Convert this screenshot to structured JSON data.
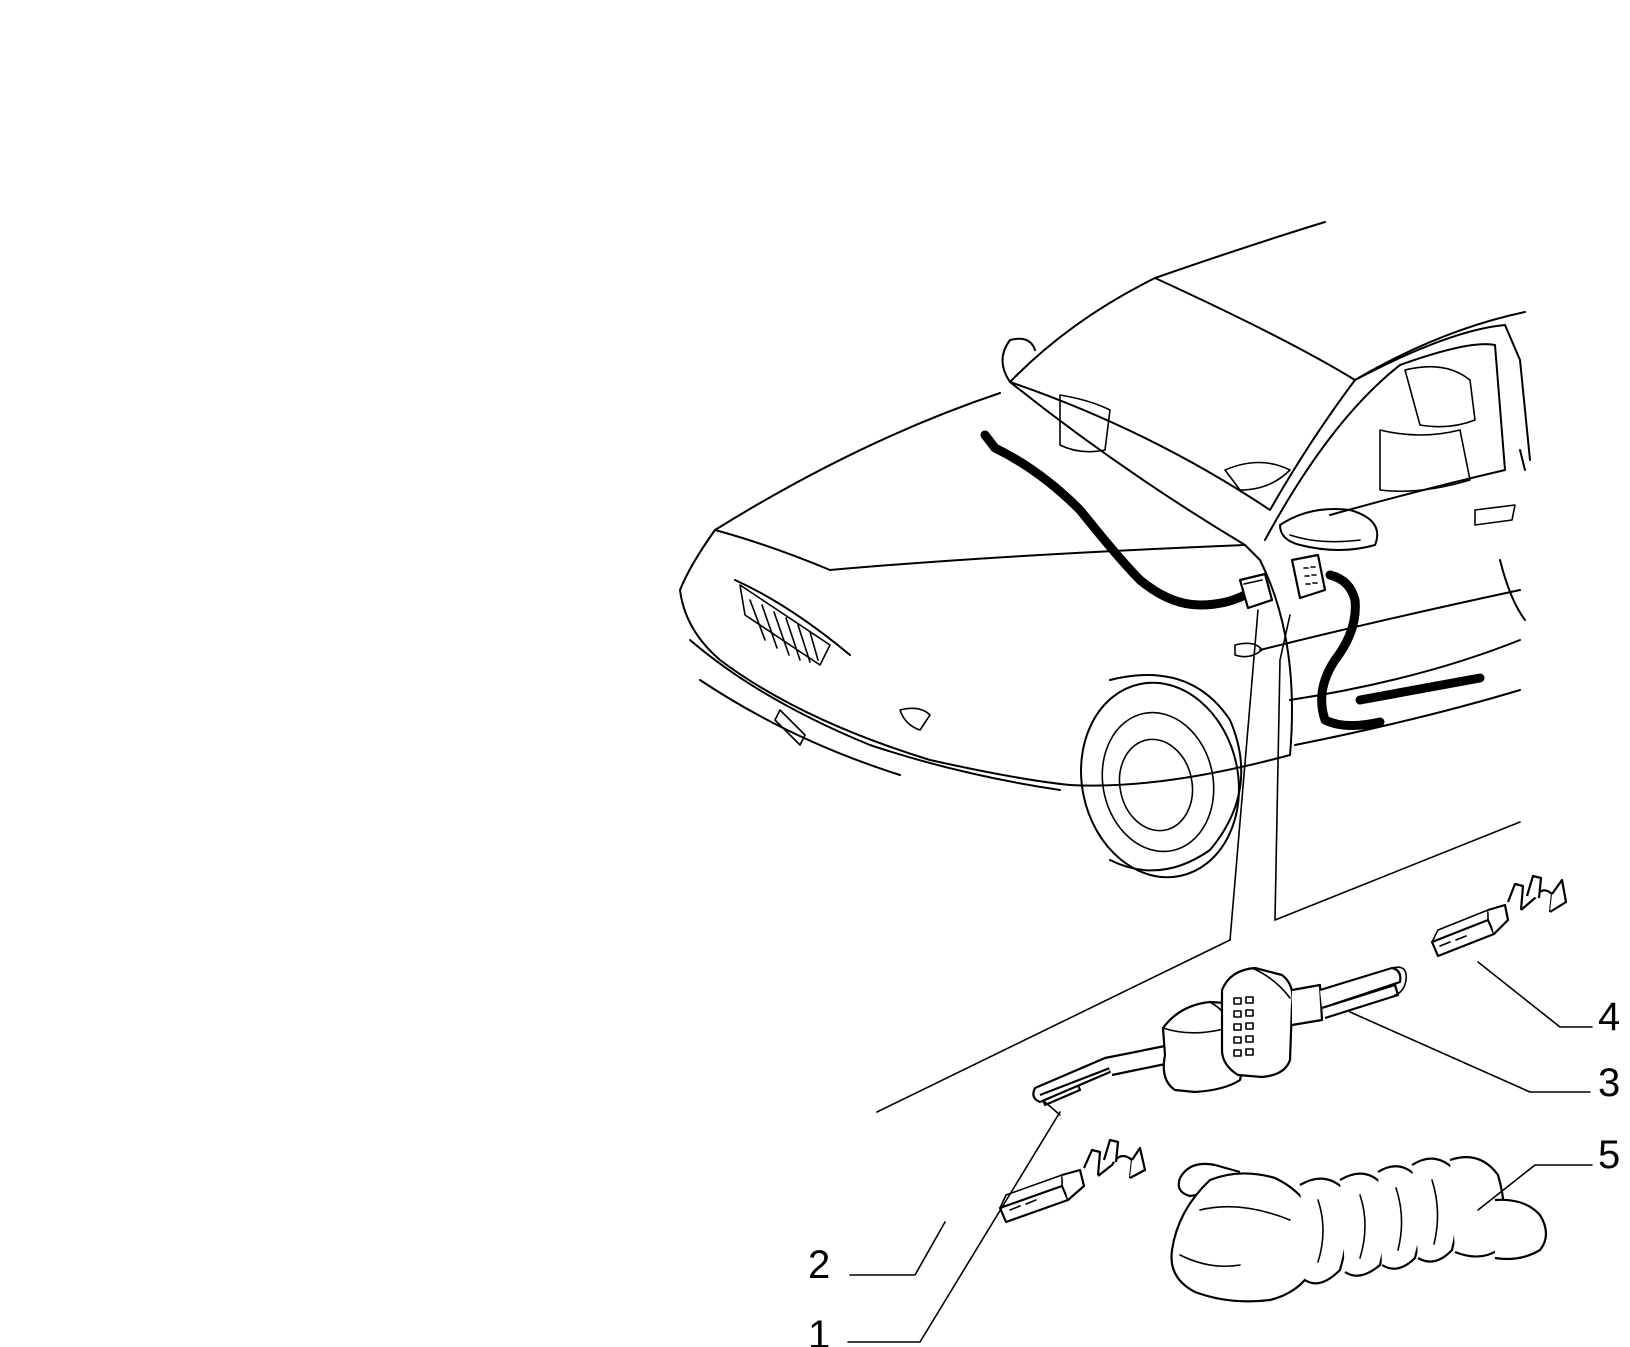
{
  "callouts": [
    {
      "id": "1",
      "part": "harness-plug-connector"
    },
    {
      "id": "2",
      "part": "crimp-terminal"
    },
    {
      "id": "3",
      "part": "multi-pin-connector"
    },
    {
      "id": "4",
      "part": "crimp-terminal"
    },
    {
      "id": "5",
      "part": "rubber-grommet"
    }
  ],
  "colors": {
    "ink": "#000000",
    "paper": "#ffffff"
  }
}
